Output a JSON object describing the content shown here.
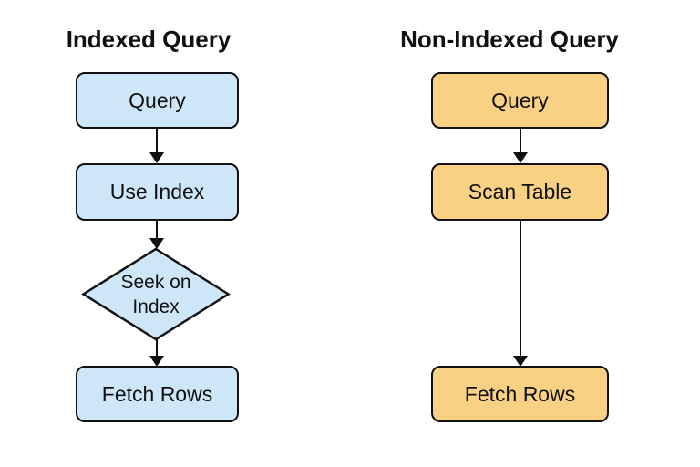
{
  "background": "#ffffff",
  "stroke_color": "#111111",
  "indexed": {
    "title": "Indexed Query",
    "fill": "#cde7f8",
    "nodes": [
      {
        "label": "Query",
        "shape": "rect"
      },
      {
        "label": "Use Index",
        "shape": "rect"
      },
      {
        "label": "Seek on Index",
        "shape": "diamond"
      },
      {
        "label": "Fetch Rows",
        "shape": "rect"
      }
    ]
  },
  "non_indexed": {
    "title": "Non-Indexed Query",
    "fill": "#f8d184",
    "nodes": [
      {
        "label": "Query",
        "shape": "rect"
      },
      {
        "label": "Scan Table",
        "shape": "rect"
      },
      {
        "label": "Fetch Rows",
        "shape": "rect"
      }
    ]
  }
}
